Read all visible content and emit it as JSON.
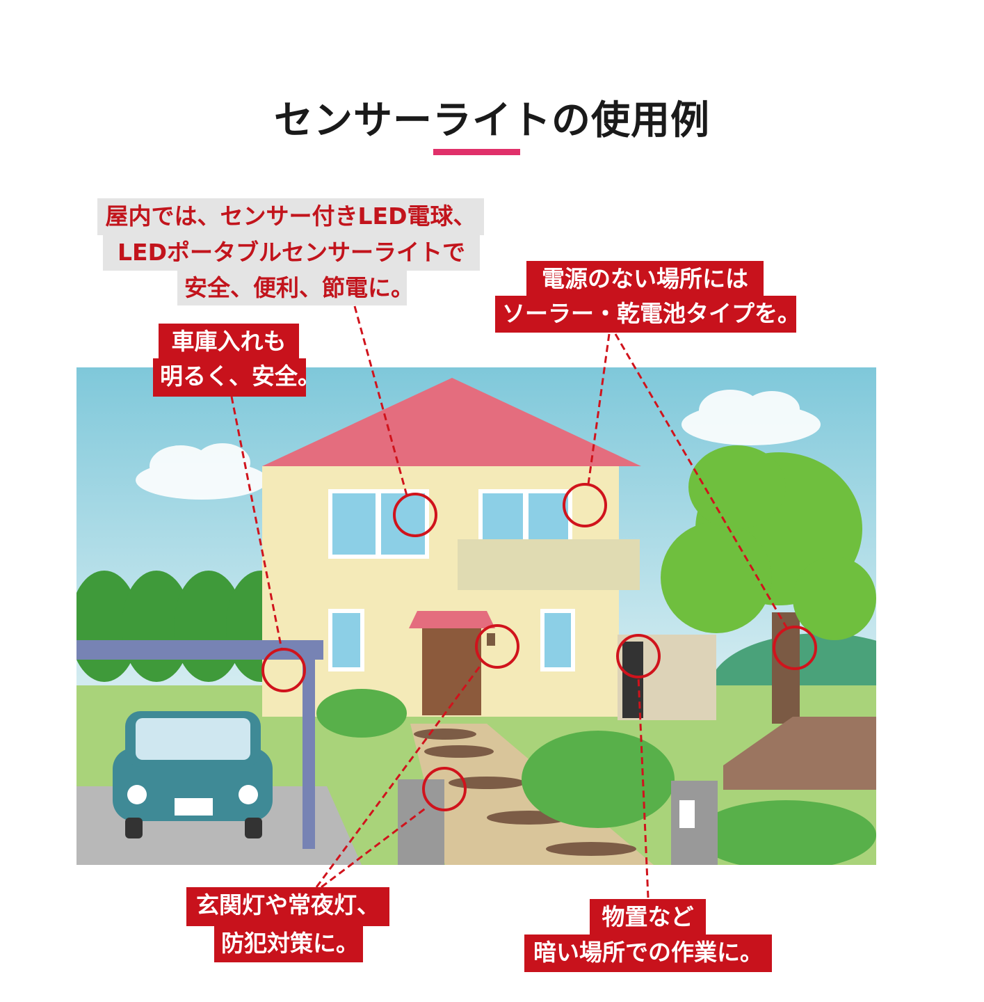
{
  "title": "センサーライトの使用例",
  "callouts": {
    "indoor": {
      "lines": [
        "屋内では、センサー付きLED電球、",
        "LEDポータブルセンサーライトで",
        "安全、便利、節電に。"
      ]
    },
    "no_power": {
      "lines": [
        "電源のない場所には",
        "ソーラー・乾電池タイプを。"
      ]
    },
    "garage": {
      "lines": [
        "車庫入れも",
        "明るく、安全。"
      ]
    },
    "entrance": {
      "lines": [
        "玄関灯や常夜灯、",
        "防犯対策に。"
      ]
    },
    "storage": {
      "lines": [
        "物置など",
        "暗い場所での作業に。"
      ]
    }
  },
  "colors": {
    "accent": "#e0306a",
    "callout_red": "#c8121c",
    "callout_gray": "#e4e4e4",
    "roof": "#e46d7e"
  }
}
